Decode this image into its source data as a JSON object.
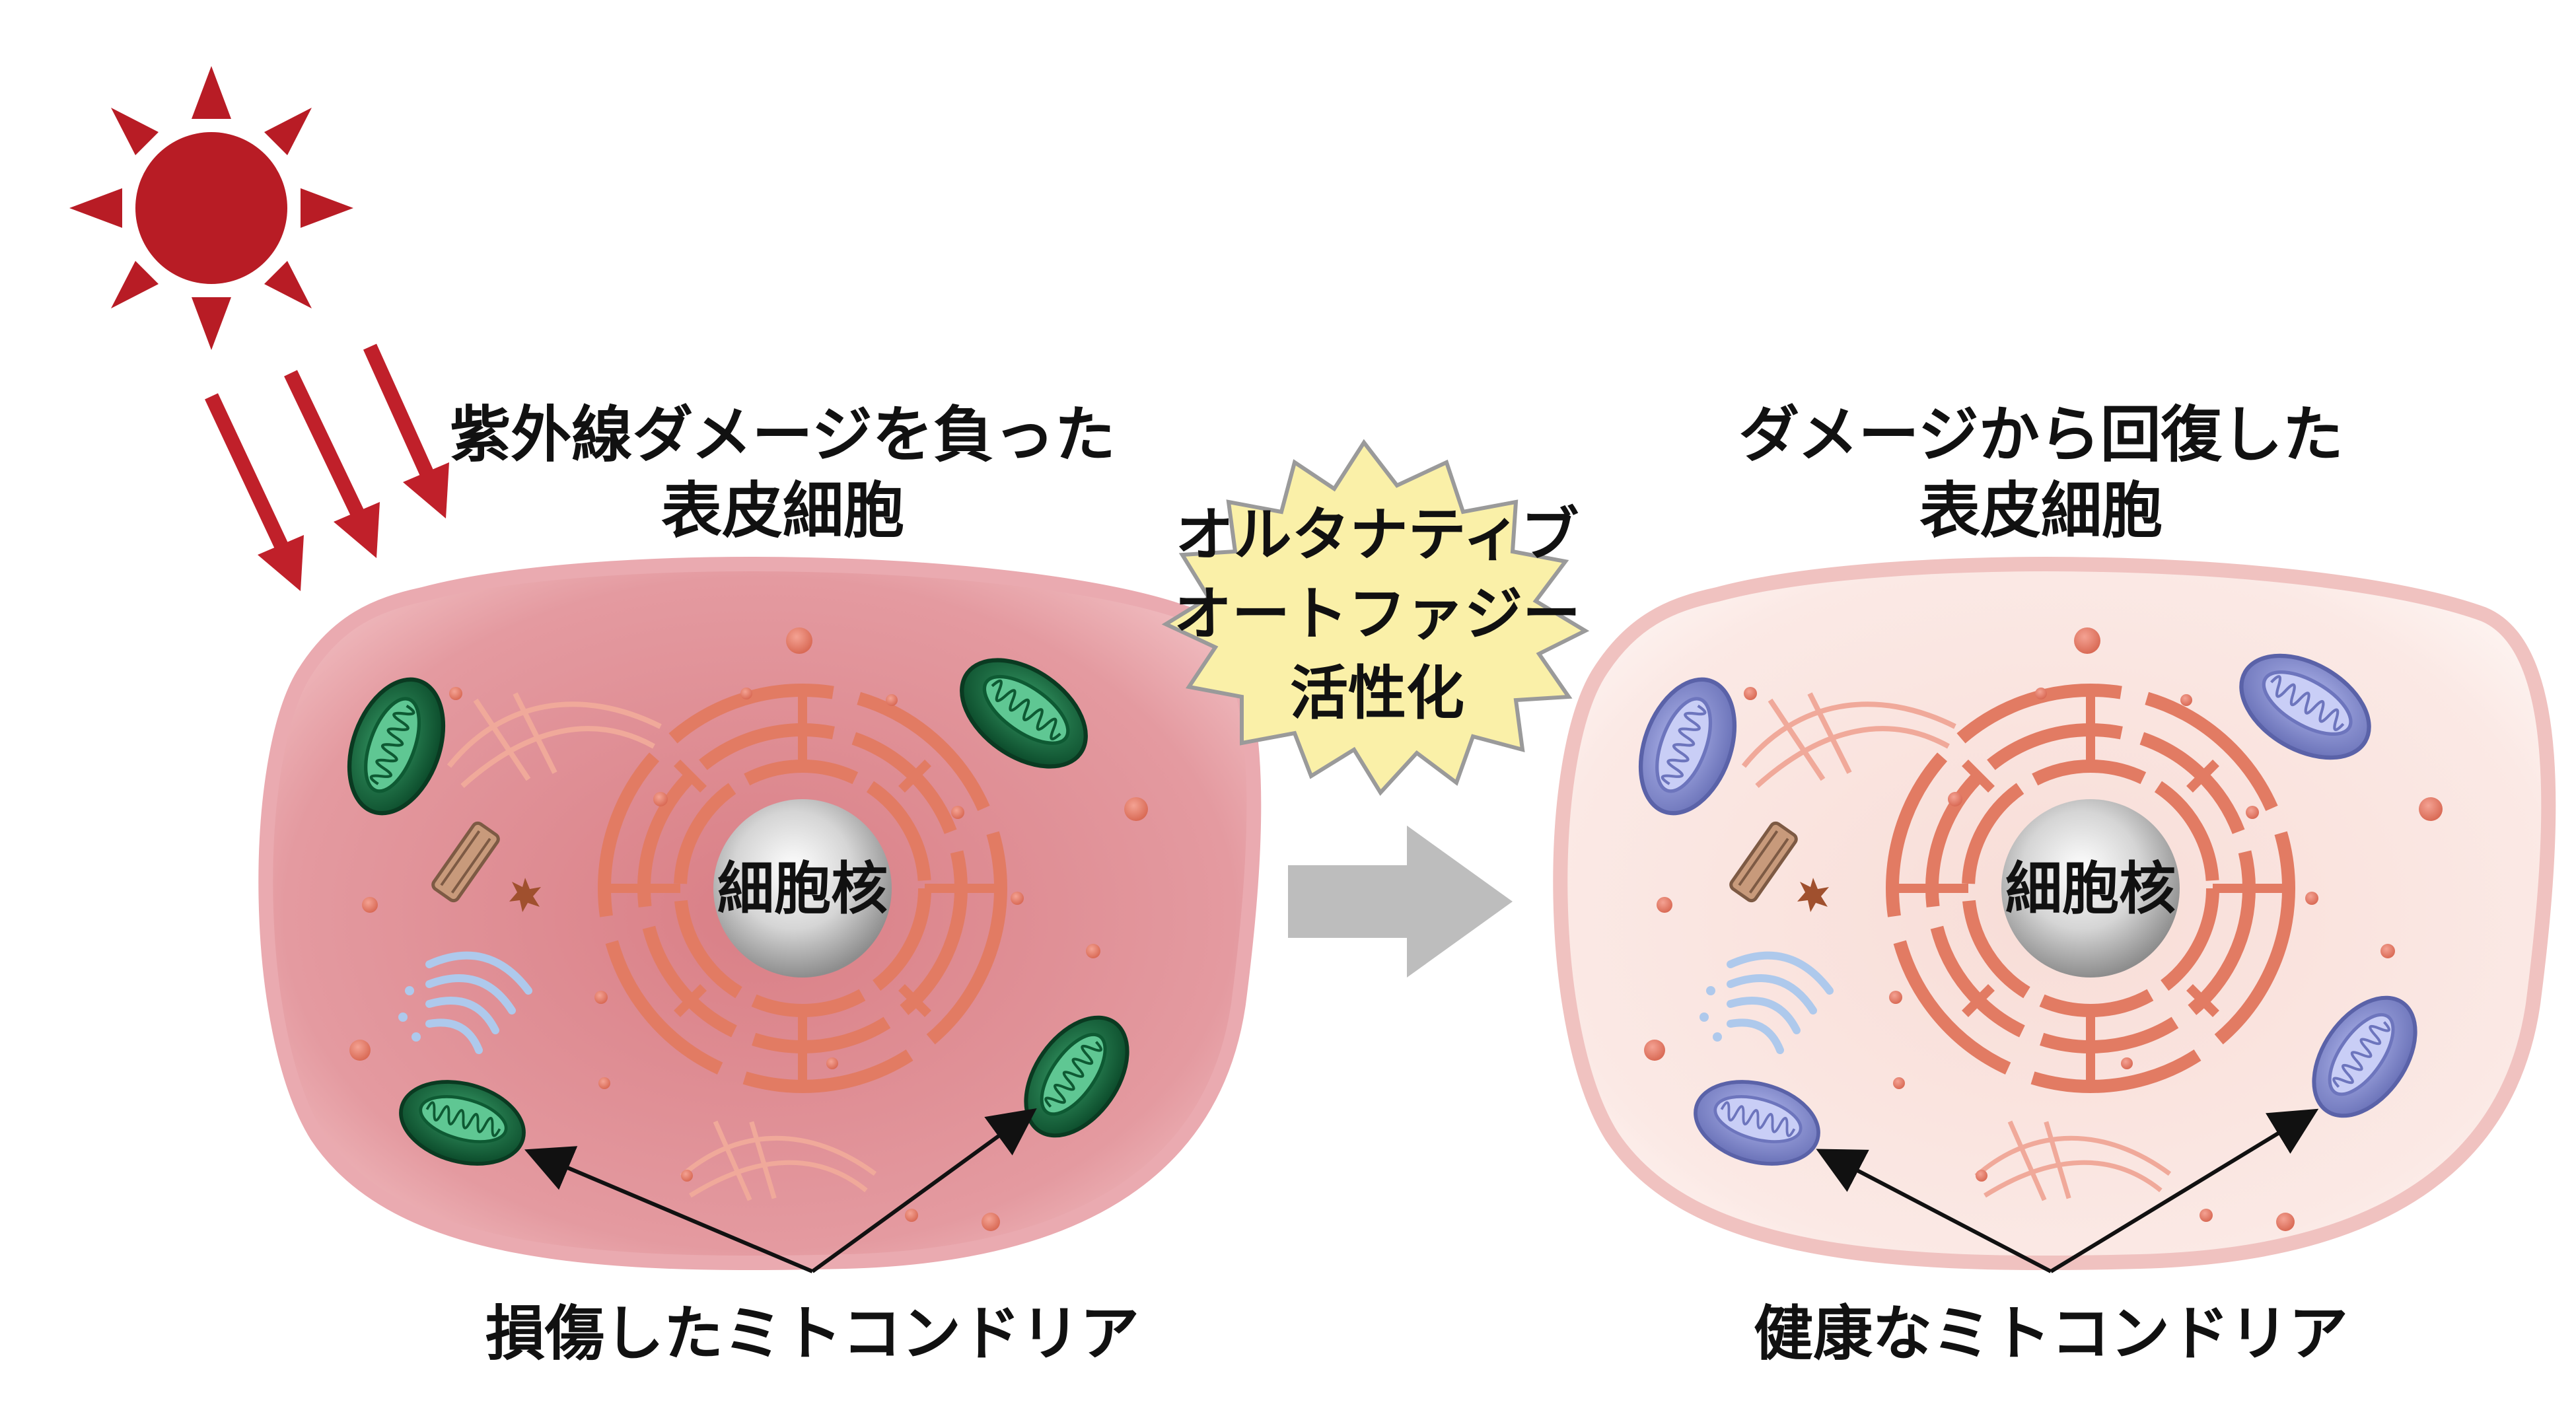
{
  "labels": {
    "damaged_cell_line1": "紫外線ダメージを負った",
    "damaged_cell_line2": "表皮細胞",
    "recovered_cell_line1": "ダメージから回復した",
    "recovered_cell_line2": "表皮細胞",
    "burst_line1": "オルタナティブ",
    "burst_line2": "オートファジー",
    "burst_line3": "活性化",
    "nucleus_left": "細胞核",
    "nucleus_right": "細胞核",
    "damaged_mito": "損傷したミトコンドリア",
    "healthy_mito": "健康なミトコンドリア"
  },
  "colors": {
    "sun": "#b81c25",
    "uv_arrow": "#c0202a",
    "damaged_cell_fill": "#e29399",
    "damaged_cell_border": "#e8a8ad",
    "recovered_cell_fill": "#f9e4df",
    "recovered_cell_border": "#f0c4c0",
    "damaged_mito": "#1c7a4b",
    "healthy_mito": "#7d86cc",
    "burst_fill": "#faf0a8",
    "process_arrow": "#bdbdbd",
    "organelle": "#e07a65",
    "nucleus": "#cfcfcf"
  },
  "icons": [
    "sun-icon",
    "uv-ray-arrow",
    "process-arrow-icon"
  ]
}
